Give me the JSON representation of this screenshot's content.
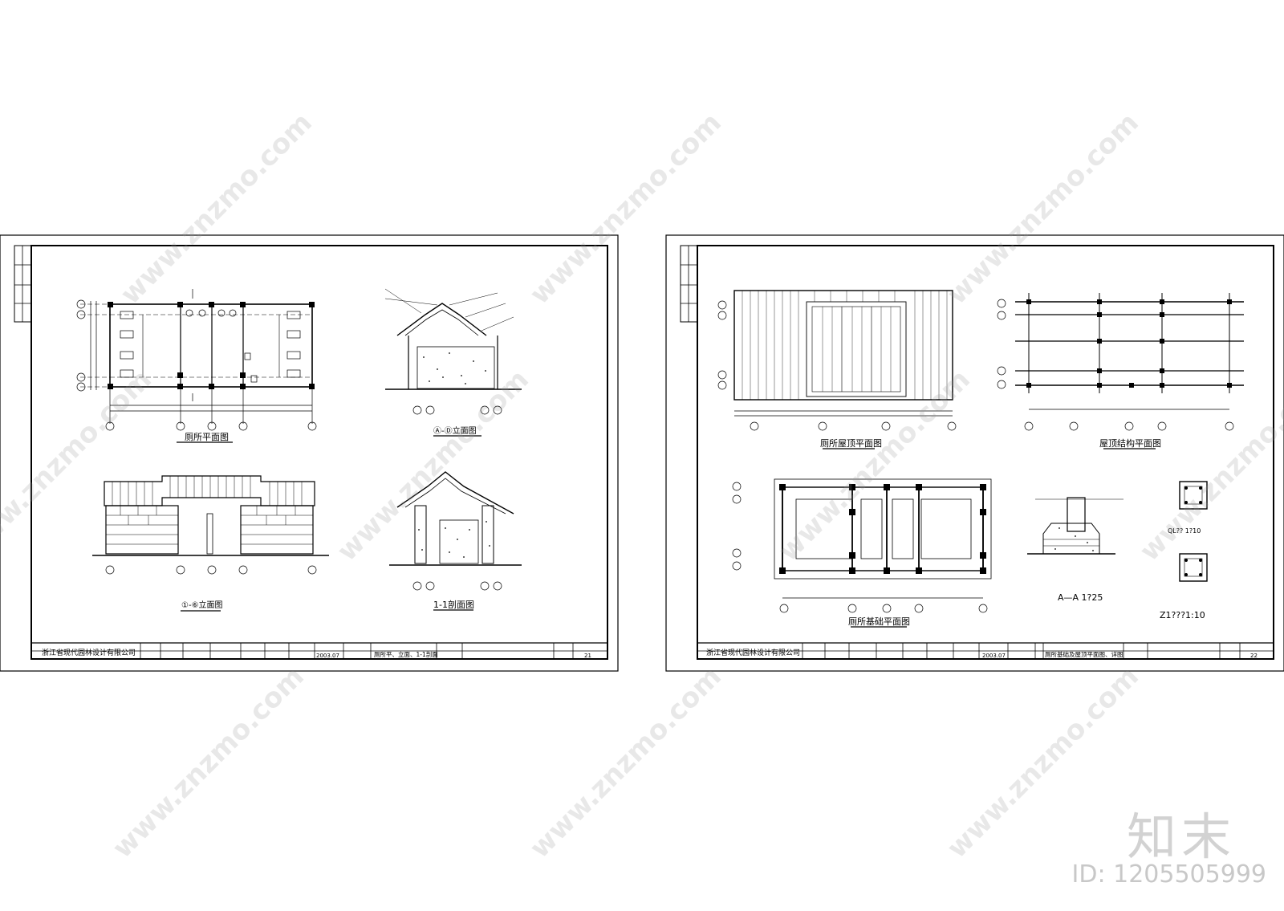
{
  "left_sheet": {
    "titles": {
      "plan": "厕所平面图",
      "front_elev": "①-⑥立面图",
      "side_elev": "Ⓐ-Ⓓ立面图",
      "section": "1-1剖面图"
    },
    "title_block": {
      "company": "浙江省现代园林设计有限公司",
      "drawing_name": "厕所平、立面、1-1剖面",
      "date": "2003.07",
      "sheet_no": "21"
    }
  },
  "right_sheet": {
    "titles": {
      "roof_plan": "厕所屋顶平面图",
      "roof_struct": "屋顶结构平面图",
      "foundation": "厕所基础平面图",
      "detail_aa": "A—A  1?25",
      "detail_z1": "Z1???1:10",
      "detail_ql": "QL?? 1?10"
    },
    "title_block": {
      "company": "浙江省现代园林设计有限公司",
      "drawing_name": "厕所基础及屋顶平面图、详图",
      "date": "2003.07",
      "sheet_no": "22"
    }
  },
  "watermark": {
    "text": "www.znzmo.com",
    "brand": "知末",
    "id_label": "ID: 1205505999"
  }
}
